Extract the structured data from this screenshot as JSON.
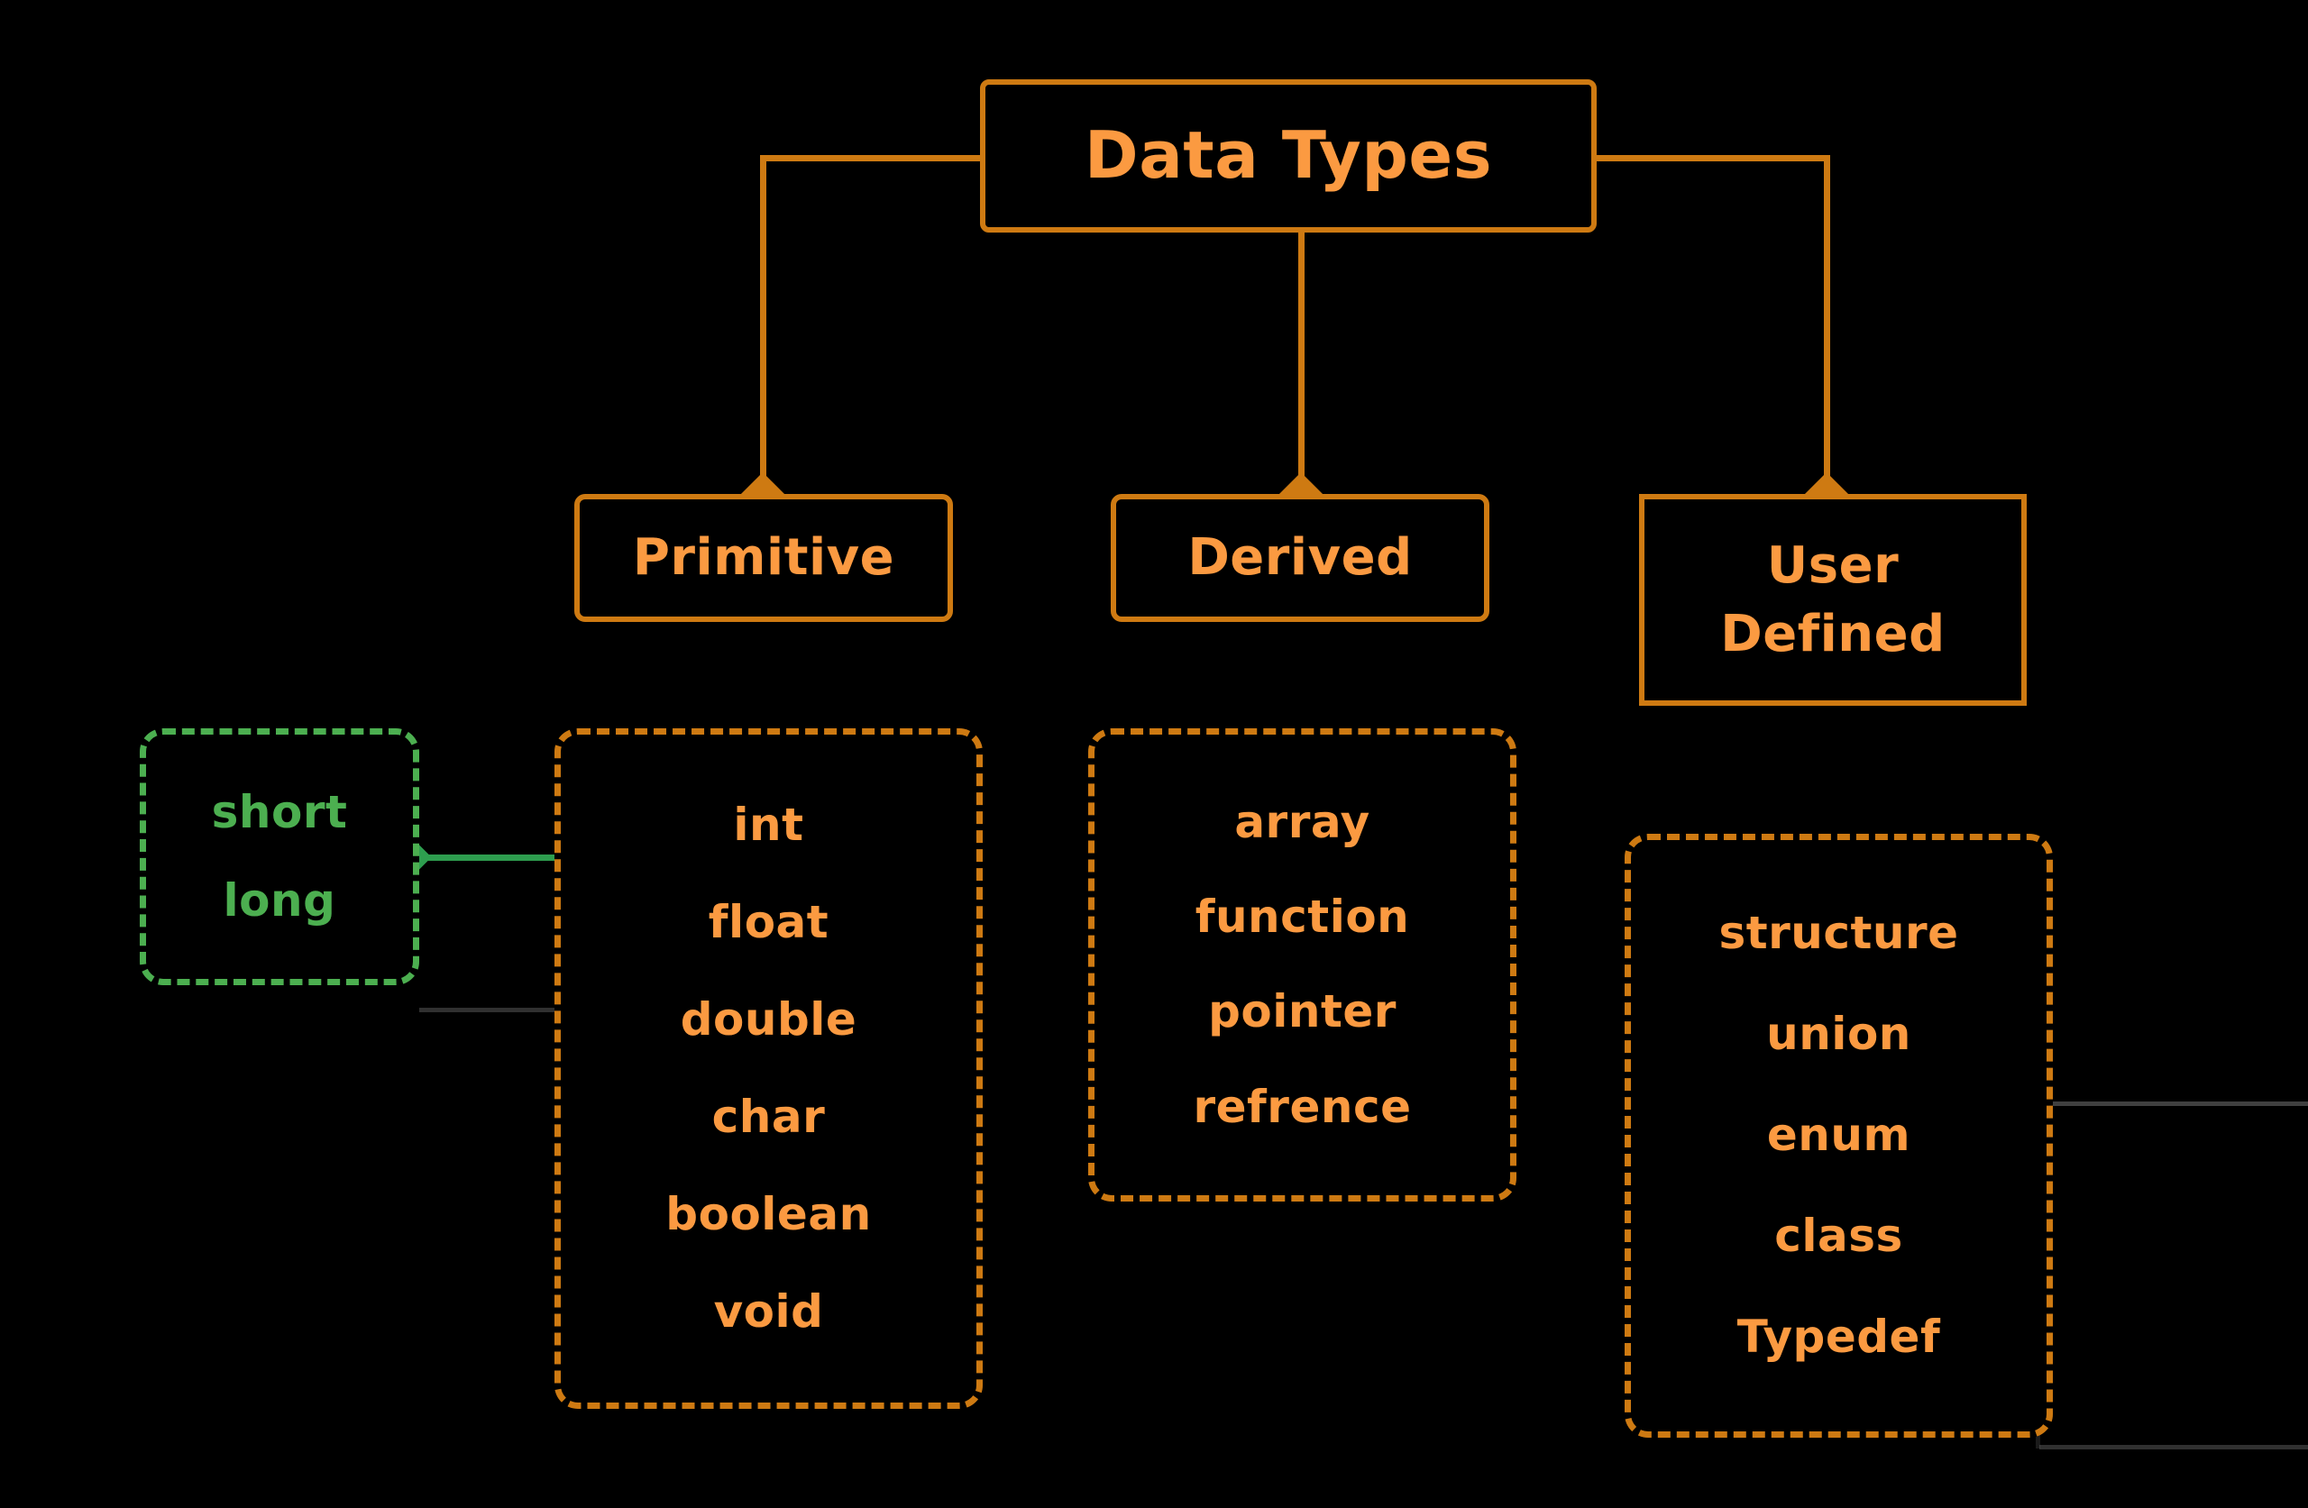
{
  "diagram": {
    "title": "Data Types",
    "root": {
      "label": "Data Types"
    },
    "branches": [
      {
        "label": "Primitive"
      },
      {
        "label": "Derived"
      },
      {
        "label": "User\nDefined",
        "line1": "User",
        "line2": "Defined"
      }
    ],
    "primitive_types": [
      "int",
      "float",
      "double",
      "char",
      "boolean",
      "void"
    ],
    "derived_types": [
      "array",
      "function",
      "pointer",
      "refrence"
    ],
    "user_defined_types": [
      "structure",
      "union",
      "enum",
      "class",
      "Typedef"
    ],
    "modifiers": [
      "short",
      "long"
    ]
  },
  "colors": {
    "background": "#000000",
    "node_border": "#CE7A12",
    "node_text": "#FB9A41",
    "modifier_accent": "#2E9E4F",
    "faint_line": "#6B6B6B"
  }
}
